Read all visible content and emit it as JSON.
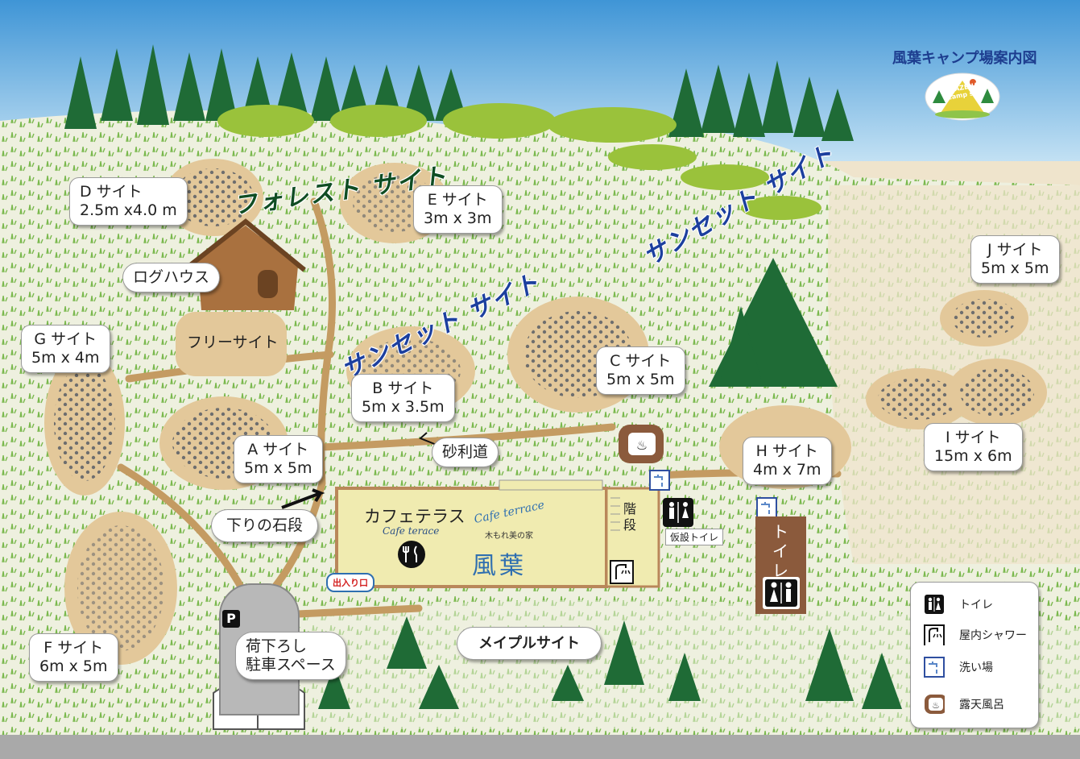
{
  "title": "風葉キャンプ場案内図",
  "logo": {
    "text_line1": "KAZEHA",
    "text_line2": "camp site"
  },
  "areas": {
    "forest": "フォレスト サイト",
    "sunset_upper": "サンセット サイト",
    "sunset_middle": "サンセット サイト",
    "maple": "メイプルサイト"
  },
  "sites": {
    "D": {
      "name": "D サイト",
      "size": "2.5m x4.0 m"
    },
    "E": {
      "name": "E サイト",
      "size": "3m x 3m"
    },
    "J": {
      "name": "J サイト",
      "size": "5m x 5m"
    },
    "G": {
      "name": "G サイト",
      "size": "5m x 4m"
    },
    "B": {
      "name": "B サイト",
      "size": "5m x 3.5m"
    },
    "C": {
      "name": "C サイト",
      "size": "5m x 5m"
    },
    "A": {
      "name": "A サイト",
      "size": "5m x 5m"
    },
    "H": {
      "name": "H サイト",
      "size": "4m x 7m"
    },
    "I": {
      "name": "I サイト",
      "size": "15m x 6m"
    },
    "F": {
      "name": "F サイト",
      "size": "6m x 5m"
    }
  },
  "places": {
    "log_house": "ログハウス",
    "free_site": "フリーサイト",
    "gravel_road": "砂利道",
    "stone_steps": "下りの石段",
    "unloading_line1": "荷下ろし",
    "unloading_line2": "駐車スペース",
    "entrance": "出入り口",
    "parking": "P",
    "stairs": "階段",
    "temp_toilet": "仮設トイレ",
    "toilet_building": "トイレ"
  },
  "cafe": {
    "label_jp": "カフェテラス",
    "label_en": "Cafe terace",
    "brand_en": "Cafe terrace",
    "brand_sub": "木もれ美の家",
    "brand_name": "風葉"
  },
  "legend": [
    {
      "icon": "toilet-icon",
      "label": "トイレ"
    },
    {
      "icon": "indoor-shower-icon",
      "label": "屋内シャワー"
    },
    {
      "icon": "wash-area-icon",
      "label": "洗い場"
    },
    {
      "icon": "open-air-bath-icon",
      "label": "露天風呂"
    }
  ],
  "colors": {
    "sky": "#4aa3dc",
    "grass": "#e9ecd8",
    "site_dirt": "#e3c89a",
    "path": "#c9a46f",
    "tree_dark": "#1f5e2e",
    "sunset_text": "#1c3f9e",
    "forest_text": "#0f4d23",
    "toilet_building": "#8b5a3c"
  }
}
